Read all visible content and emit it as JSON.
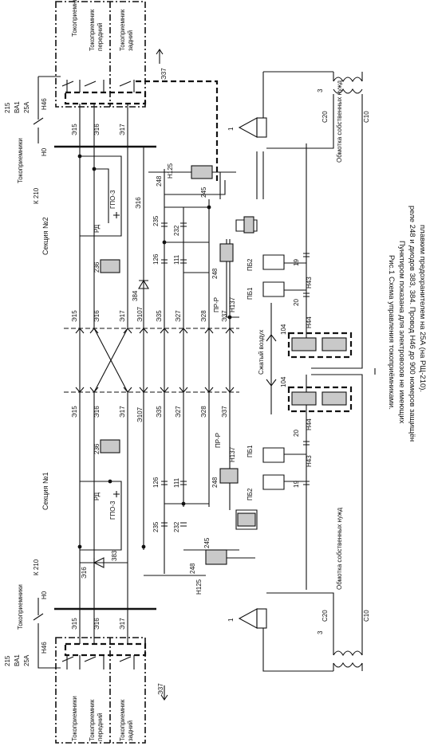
{
  "caption": {
    "line1": "Рис.1 Схема управления токоприёмниками.",
    "line2": "Пунктиром показана для электровозов не имеющих",
    "line3": "реле 248 и диодов 383, 384. Провод Н46 до 900 номеров защищён",
    "line4": "плавким предохранителем на 25А (на РЩ-210)."
  },
  "sections": {
    "sec1": "Секция №1",
    "sec2": "Секция №2"
  },
  "pantograph": {
    "group": "Токоприемники",
    "front": "Токоприемник передний",
    "rear": "Токоприемник задний",
    "front_wrapped_a": "Токоприемник",
    "front_wrapped_b": "передний",
    "rear_wrapped_a": "Токоприемник",
    "rear_wrapped_b": "задний"
  },
  "labels": {
    "l215": "215",
    "va1": "ВА1",
    "a25": "25А",
    "n46": "Н46",
    "n0": "Н0",
    "k210": "К 210",
    "e15": "Э15",
    "e16": "Э16",
    "e17": "Э17",
    "e37": "Э37",
    "e35": "Э35",
    "e27": "Э27",
    "e28": "Э28",
    "e107": "Э107",
    "l248": "248",
    "l245": "245",
    "h125": "Н125",
    "rd": "РД",
    "gpo3": "ГПО-3",
    "l236": "236",
    "l235": "235",
    "l232": "232",
    "l126": "126",
    "l111": "111",
    "l384": "384",
    "l383": "383",
    "prr": "ПР-Р",
    "h137": "Н137",
    "pb1": "ПБ1",
    "pb2": "ПБ2",
    "l19": "19",
    "l20": "20",
    "h43": "Н43",
    "h44": "Н44",
    "l104": "104",
    "air": "Сжатый воздух",
    "l1": "1",
    "l3": "3",
    "c20": "С20",
    "c10": "С10",
    "aux_winding": "Обмотка собственных нужд"
  }
}
